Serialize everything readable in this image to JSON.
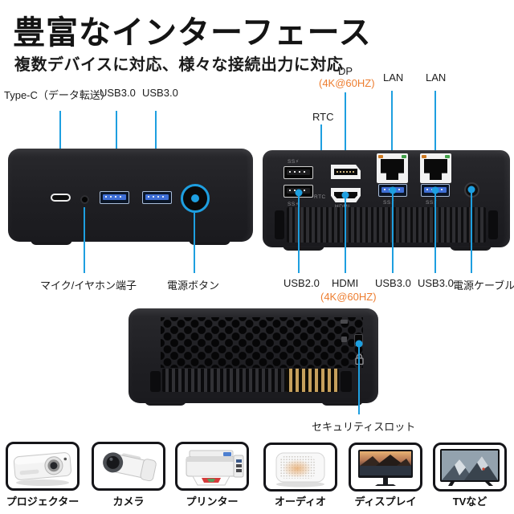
{
  "page": {
    "title": "豊富なインターフェース",
    "subtitle": "複数デバイスに対応、様々な接続出力に対応"
  },
  "colors": {
    "callout_blue": "#1E9FE0",
    "accent_orange": "#ED7D2F",
    "device_body": "#1f1f23"
  },
  "front": {
    "labels": {
      "type_c": "Type-C（データ転送）",
      "usb3_left": "USB3.0",
      "usb3_right": "USB3.0",
      "mic": "マイク/イヤホン端子",
      "power_button": "電源ボタン"
    }
  },
  "rear": {
    "labels": {
      "dp": "DP",
      "dp_sub": "(4K@60HZ)",
      "rtc": "RTC",
      "lan_left": "LAN",
      "lan_right": "LAN",
      "usb2": "USB2.0",
      "hdmi": "HDMI",
      "hdmi_sub": "(4K@60HZ)",
      "usb3_left": "USB3.0",
      "usb3_right": "USB3.0",
      "power_cable": "電源ケーブル"
    },
    "markings": {
      "superspeed": "SS⚡",
      "rtc": "RTC",
      "hdmi": "HDMI"
    }
  },
  "side": {
    "labels": {
      "security_slot": "セキュリティスロット"
    }
  },
  "connect_devices": [
    {
      "icon": "projector-icon",
      "label": "プロジェクター"
    },
    {
      "icon": "camera-icon",
      "label": "カメラ"
    },
    {
      "icon": "printer-icon",
      "label": "プリンター"
    },
    {
      "icon": "audio-speaker-icon",
      "label": "オーディオ"
    },
    {
      "icon": "display-monitor-icon",
      "label": "ディスプレイ"
    },
    {
      "icon": "tv-icon",
      "label": "TVなど"
    }
  ]
}
